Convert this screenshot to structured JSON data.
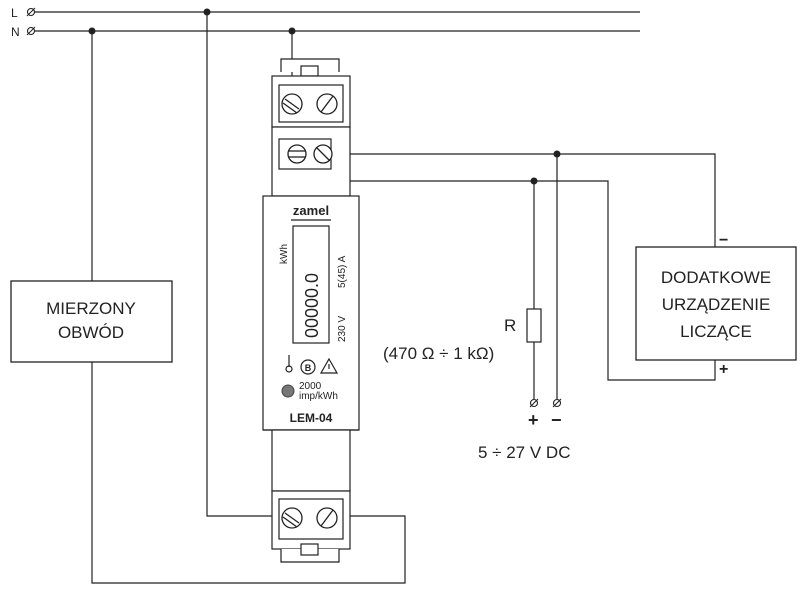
{
  "mains": {
    "line_label": "L",
    "neutral_label": "N"
  },
  "measured_circuit": {
    "line1": "MIERZONY",
    "line2": "OBWÓD"
  },
  "meter": {
    "brand": "zamel",
    "unit_kwh": "kWh",
    "current_rating": "5(45) A",
    "voltage_rating": "230 V",
    "display_digits": "00000.0",
    "impulse_rate": "2000",
    "impulse_unit": "imp/kWh",
    "model": "LEM-04"
  },
  "resistor": {
    "name": "R",
    "range": "(470 Ω ÷ 1 kΩ)"
  },
  "supply": {
    "plus": "+",
    "minus": "−",
    "voltage": "5 ÷ 27 V DC"
  },
  "counter": {
    "line1": "DODATKOWE",
    "line2": "URZĄDZENIE",
    "line3": "LICZĄCE",
    "minus": "−",
    "plus": "+"
  },
  "colors": {
    "wire": "#222222",
    "device_fill": "#ffffff",
    "led": "#777777"
  }
}
